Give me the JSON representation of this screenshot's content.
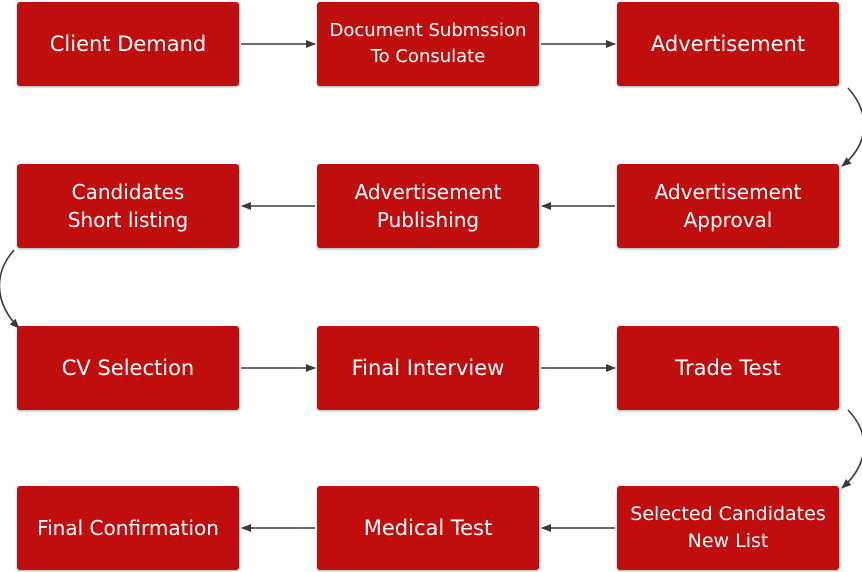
{
  "nodes": [
    {
      "id": "client-demand",
      "label": "Client Demand"
    },
    {
      "id": "document-submission",
      "label": "Document Submssion\nTo Consulate"
    },
    {
      "id": "advertisement",
      "label": "Advertisement"
    },
    {
      "id": "advertisement-approval",
      "label": "Advertisement\nApproval"
    },
    {
      "id": "advertisement-publishing",
      "label": "Advertisement\nPublishing"
    },
    {
      "id": "candidates-short-listing",
      "label": "Candidates\nShort listing"
    },
    {
      "id": "cv-selection",
      "label": "CV Selection"
    },
    {
      "id": "final-interview",
      "label": "Final Interview"
    },
    {
      "id": "trade-test",
      "label": "Trade Test"
    },
    {
      "id": "selected-candidates-new-list",
      "label": "Selected Candidates\nNew List"
    },
    {
      "id": "medical-test",
      "label": "Medical Test"
    },
    {
      "id": "final-confirmation",
      "label": "Final Confirmation"
    }
  ],
  "colors": {
    "box": "#c00d0d",
    "text": "#ffffff",
    "arrow": "#3a3a3a"
  }
}
